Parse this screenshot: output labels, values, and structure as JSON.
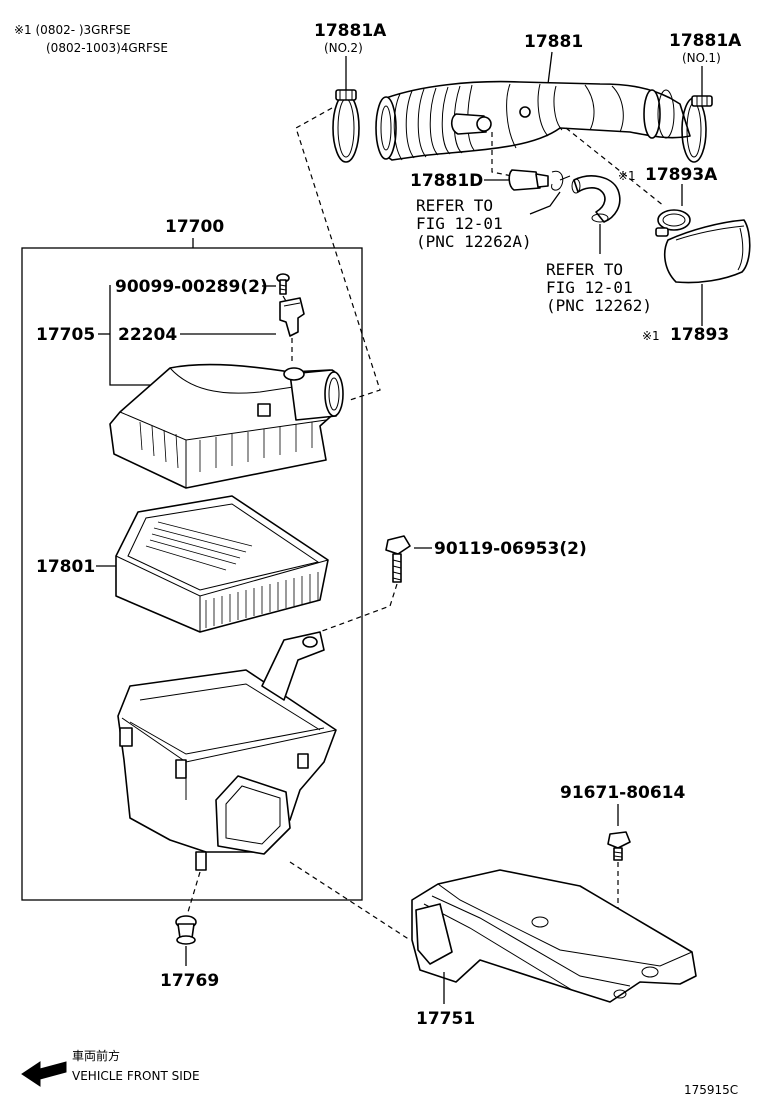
{
  "notes": {
    "line1": "※1 (0802-        )3GRFSE",
    "line2": "(0802-1003)4GRFSE"
  },
  "labels": {
    "p17881a_no2": "17881A",
    "p17881a_no2_sub": "(NO.2)",
    "p17881": "17881",
    "p17881a_no1": "17881A",
    "p17881a_no1_sub": "(NO.1)",
    "p17881d": "17881D",
    "p17893a": "17893A",
    "p17893a_mark": "※1",
    "ref1_l1": "REFER TO",
    "ref1_l2": "FIG 12-01",
    "ref1_l3": "(PNC 12262A)",
    "ref2_l1": "REFER TO",
    "ref2_l2": "FIG 12-01",
    "ref2_l3": "(PNC 12262)",
    "p17893": "17893",
    "p17893_mark": "※1",
    "p17700": "17700",
    "p90099": "90099-00289(2)",
    "p17705": "17705",
    "p22204": "22204",
    "p17801": "17801",
    "p90119": "90119-06953(2)",
    "p91671": "91671-80614",
    "p17769": "17769",
    "p17751": "17751"
  },
  "legend": {
    "jp": "車両前方",
    "en": "VEHICLE FRONT SIDE"
  },
  "figure_id": "175915C"
}
